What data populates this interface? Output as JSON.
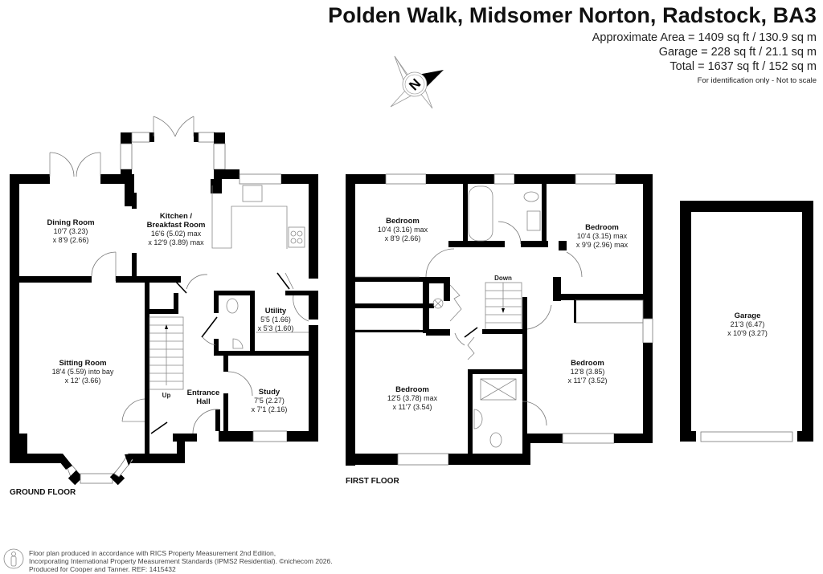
{
  "header": {
    "title": "Polden Walk, Midsomer Norton, Radstock, BA3",
    "areas": [
      "Approximate Area = 1409 sq ft / 130.9 sq m",
      "Garage = 228 sq ft / 21.1 sq m",
      "Total = 1637 sq ft / 152 sq m"
    ],
    "note": "For identification only - Not to scale"
  },
  "compass": {
    "icon": "compass-north-icon",
    "letter": "N"
  },
  "ground_floor": {
    "label": "GROUND FLOOR",
    "rooms": [
      {
        "name": "Dining Room",
        "dim1": "10'7 (3.23)",
        "dim2": "x 8'9 (2.66)"
      },
      {
        "name": "Kitchen /",
        "name2": "Breakfast Room",
        "dim1": "16'6 (5.02) max",
        "dim2": "x 12'9 (3.89) max"
      },
      {
        "name": "Sitting Room",
        "dim1": "18'4 (5.59) into bay",
        "dim2": "x 12' (3.66)"
      },
      {
        "name": "Utility",
        "dim1": "5'5 (1.66)",
        "dim2": "x 5'3 (1.60)"
      },
      {
        "name": "Entrance",
        "name2": "Hall"
      },
      {
        "name": "Study",
        "dim1": "7'5 (2.27)",
        "dim2": "x 7'1 (2.16)"
      }
    ],
    "stairs_label": "Up"
  },
  "first_floor": {
    "label": "FIRST FLOOR",
    "rooms": [
      {
        "name": "Bedroom",
        "dim1": "10'4 (3.16) max",
        "dim2": "x 8'9 (2.66)"
      },
      {
        "name": "Bedroom",
        "dim1": "10'4 (3.15) max",
        "dim2": "x 9'9 (2.96) max"
      },
      {
        "name": "Bedroom",
        "dim1": "12'5 (3.78) max",
        "dim2": "x 11'7 (3.54)"
      },
      {
        "name": "Bedroom",
        "dim1": "12'8 (3.85)",
        "dim2": "x 11'7 (3.52)"
      }
    ],
    "stairs_label": "Down"
  },
  "garage": {
    "name": "Garage",
    "dim1": "21'3 (6.47)",
    "dim2": "x 10'9 (3.27)"
  },
  "footer": {
    "icon": "person-icon",
    "lines": [
      "Floor plan produced in accordance with RICS Property Measurement 2nd Edition,",
      "Incorporating International Property Measurement Standards (IPMS2 Residential).   ©nichecom 2026.",
      "Produced for Cooper and Tanner.   REF: 1415432"
    ]
  }
}
